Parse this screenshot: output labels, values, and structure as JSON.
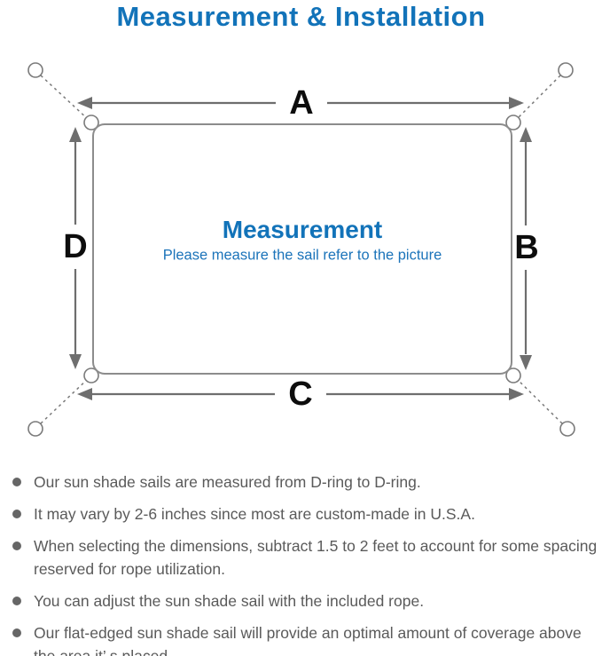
{
  "title": "Measurement & Installation",
  "diagram": {
    "label_a": "A",
    "label_b": "B",
    "label_c": "C",
    "label_d": "D",
    "center_title": "Measurement",
    "center_caption": "Please measure the sail refer to the picture",
    "colors": {
      "accent_blue": "#1273b9",
      "caption_blue": "#1c74ba",
      "arrow_gray": "#6e6e6e",
      "outline_gray": "#8c8c8c",
      "label_black": "#0d0d0d"
    }
  },
  "notes": [
    "Our sun shade sails are measured from D-ring to D-ring.",
    "It may vary by 2-6 inches since most are custom-made in U.S.A.",
    "When selecting the dimensions, subtract 1.5 to 2 feet to account for some spacing reserved for rope utilization.",
    "You can adjust the sun shade sail with the included rope.",
    "Our flat-edged sun shade sail will provide an optimal amount of coverage above the area it’ s placed."
  ]
}
